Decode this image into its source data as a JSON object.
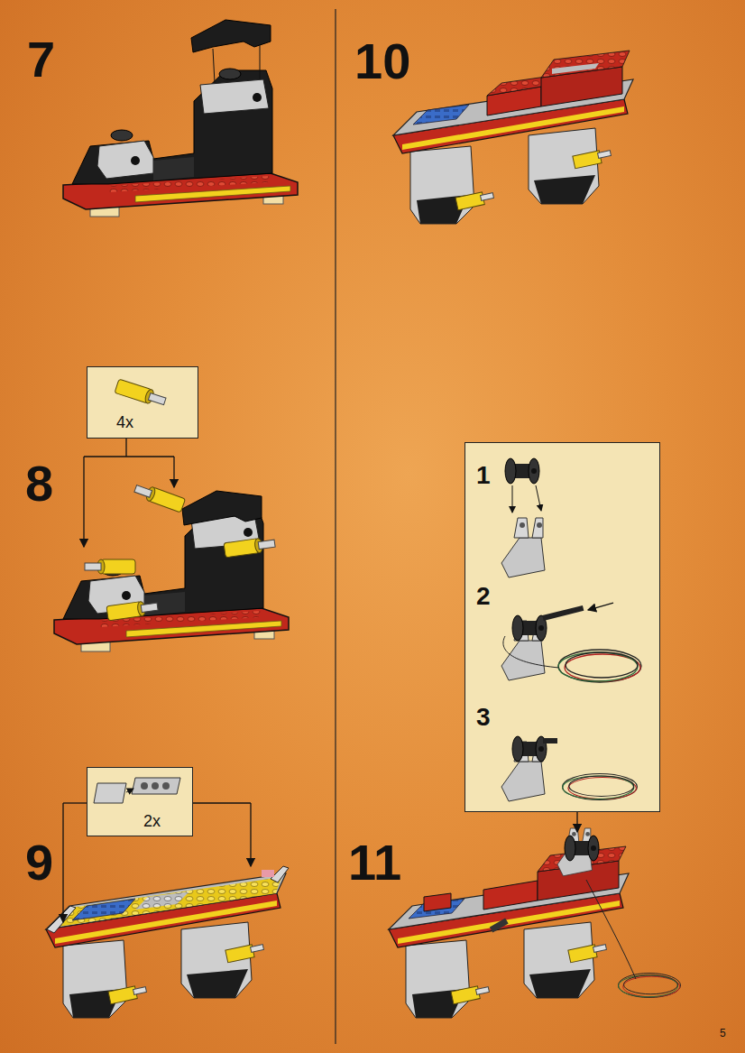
{
  "diagram": {
    "nodes": [
      {
        "text": [
          "4x"
        ]
      },
      {
        "text": [
          "2x"
        ]
      },
      {
        "text": [
          "1",
          "2",
          "3"
        ]
      }
    ],
    "labels": [
      "7",
      "10",
      "8",
      "9",
      "11",
      "5"
    ]
  }
}
